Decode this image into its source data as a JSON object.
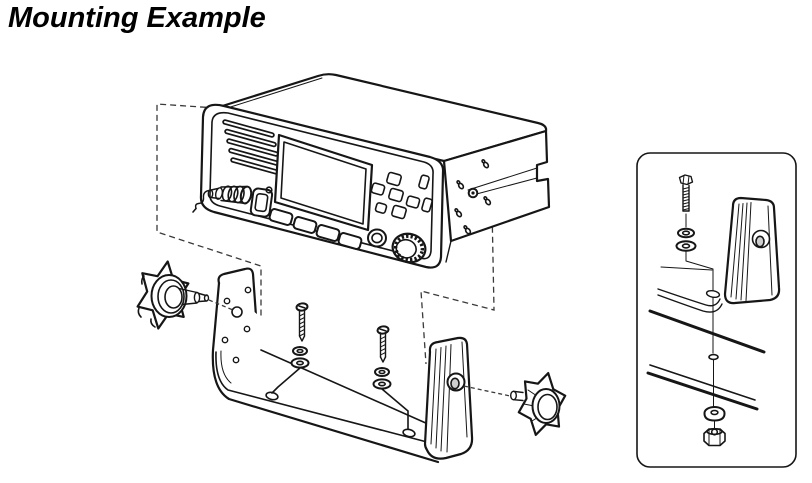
{
  "page": {
    "title": "Mounting Example",
    "background_color": "#ffffff",
    "line_color": "#161616",
    "dashed_line_color": "#3a3a3a"
  },
  "figure": {
    "main_diagram": {
      "parts": [
        "radio-unit",
        "speaker-grille",
        "lcd-display",
        "softkey-row",
        "keypad-cluster",
        "volume-knob",
        "microphone-connector",
        "microphone-hanger",
        "mounting-bracket",
        "bracket-knob-left",
        "bracket-knob-right",
        "self-tapping-screw-left",
        "self-tapping-screw-right",
        "spring-washers",
        "flat-washers",
        "alignment-dashed-lines"
      ]
    },
    "inset_diagram": {
      "parts": [
        "hex-bolt",
        "spring-washer",
        "flat-washer",
        "bracket-arm",
        "mounting-surface",
        "lower-flat-washer",
        "hex-nut"
      ]
    }
  }
}
